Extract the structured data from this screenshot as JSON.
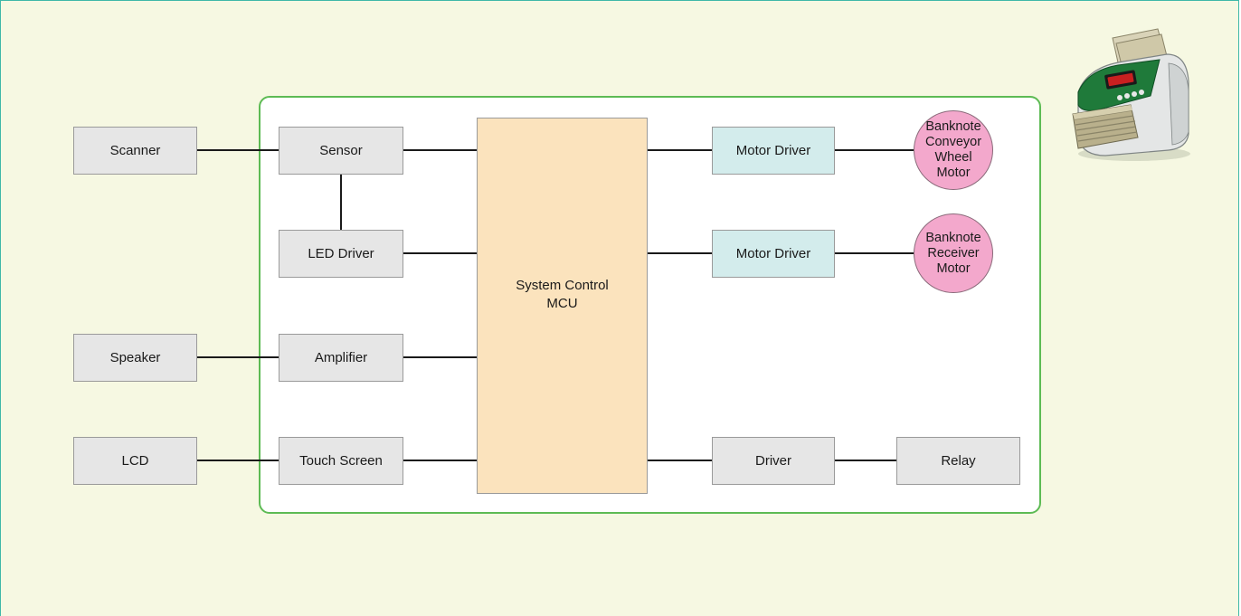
{
  "blocks": {
    "scanner": "Scanner",
    "speaker": "Speaker",
    "lcd": "LCD",
    "sensor": "Sensor",
    "led_driver": "LED Driver",
    "amplifier": "Amplifier",
    "touch_screen": "Touch Screen",
    "mcu_line1": "System Control",
    "mcu_line2": "MCU",
    "motor_driver_1": "Motor Driver",
    "motor_driver_2": "Motor Driver",
    "driver": "Driver",
    "relay": "Relay"
  },
  "motors": {
    "conveyor": [
      "Banknote",
      "Conveyor",
      "Wheel",
      "Motor"
    ],
    "receiver": [
      "Banknote",
      "Receiver",
      "Motor"
    ]
  },
  "colors": {
    "background": "#f6f8e2",
    "frame": "#3fb8a8",
    "panel_border": "#5dbb54",
    "gray_block": "#e6e6e6",
    "blue_block": "#d3ecec",
    "mcu_block": "#fbe3bd",
    "motor": "#f3a8cc"
  },
  "illustration": "banknote-counter-machine"
}
